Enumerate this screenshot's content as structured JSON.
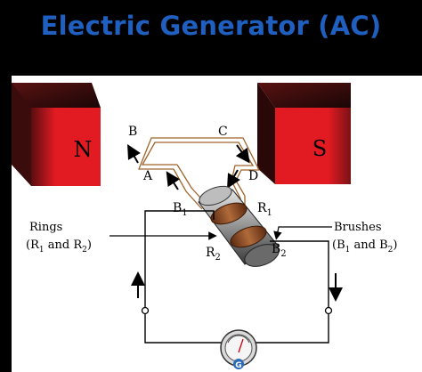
{
  "title": "Electric Generator (AC)",
  "magnets": {
    "north_label": "N",
    "south_label": "S"
  },
  "coil_labels": {
    "a": "A",
    "b": "B",
    "c": "C",
    "d": "D"
  },
  "component_labels": {
    "b1": "B",
    "b1_sub": "1",
    "b2": "B",
    "b2_sub": "2",
    "r1": "R",
    "r1_sub": "1",
    "r2": "R",
    "r2_sub": "2"
  },
  "callouts": {
    "rings_title": "Rings",
    "rings_detail_open": "(R",
    "rings_sub1": "1",
    "rings_and": " and R",
    "rings_sub2": "2",
    "rings_close": ")",
    "brushes_title": "Brushes",
    "brushes_detail_open": "(B",
    "brushes_sub1": "1",
    "brushes_and": " and B",
    "brushes_sub2": "2",
    "brushes_close": ")"
  },
  "galvanometer_label": "G",
  "colors": {
    "title": "#1f5fbf",
    "magnet_face": "#e21b22",
    "magnet_dark": "#3a1010",
    "coil": "#a0642a",
    "ring": "#8c4a24"
  }
}
